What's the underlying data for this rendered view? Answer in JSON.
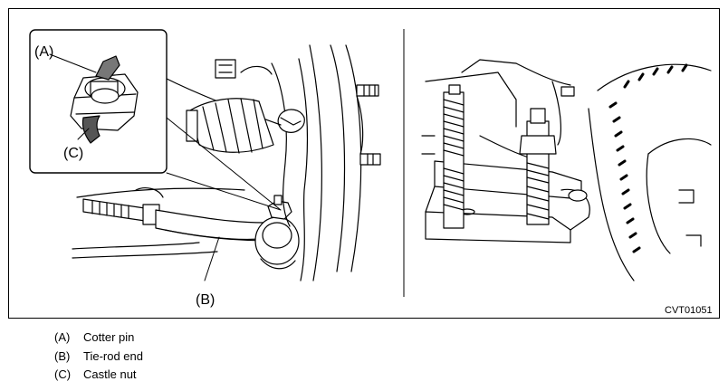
{
  "figure": {
    "callouts": {
      "a": "(A)",
      "b": "(B)",
      "c": "(C)"
    },
    "code": "CVT01051"
  },
  "legend": [
    {
      "key": "(A)",
      "label": "Cotter pin"
    },
    {
      "key": "(B)",
      "label": "Tie-rod end"
    },
    {
      "key": "(C)",
      "label": "Castle nut"
    }
  ]
}
